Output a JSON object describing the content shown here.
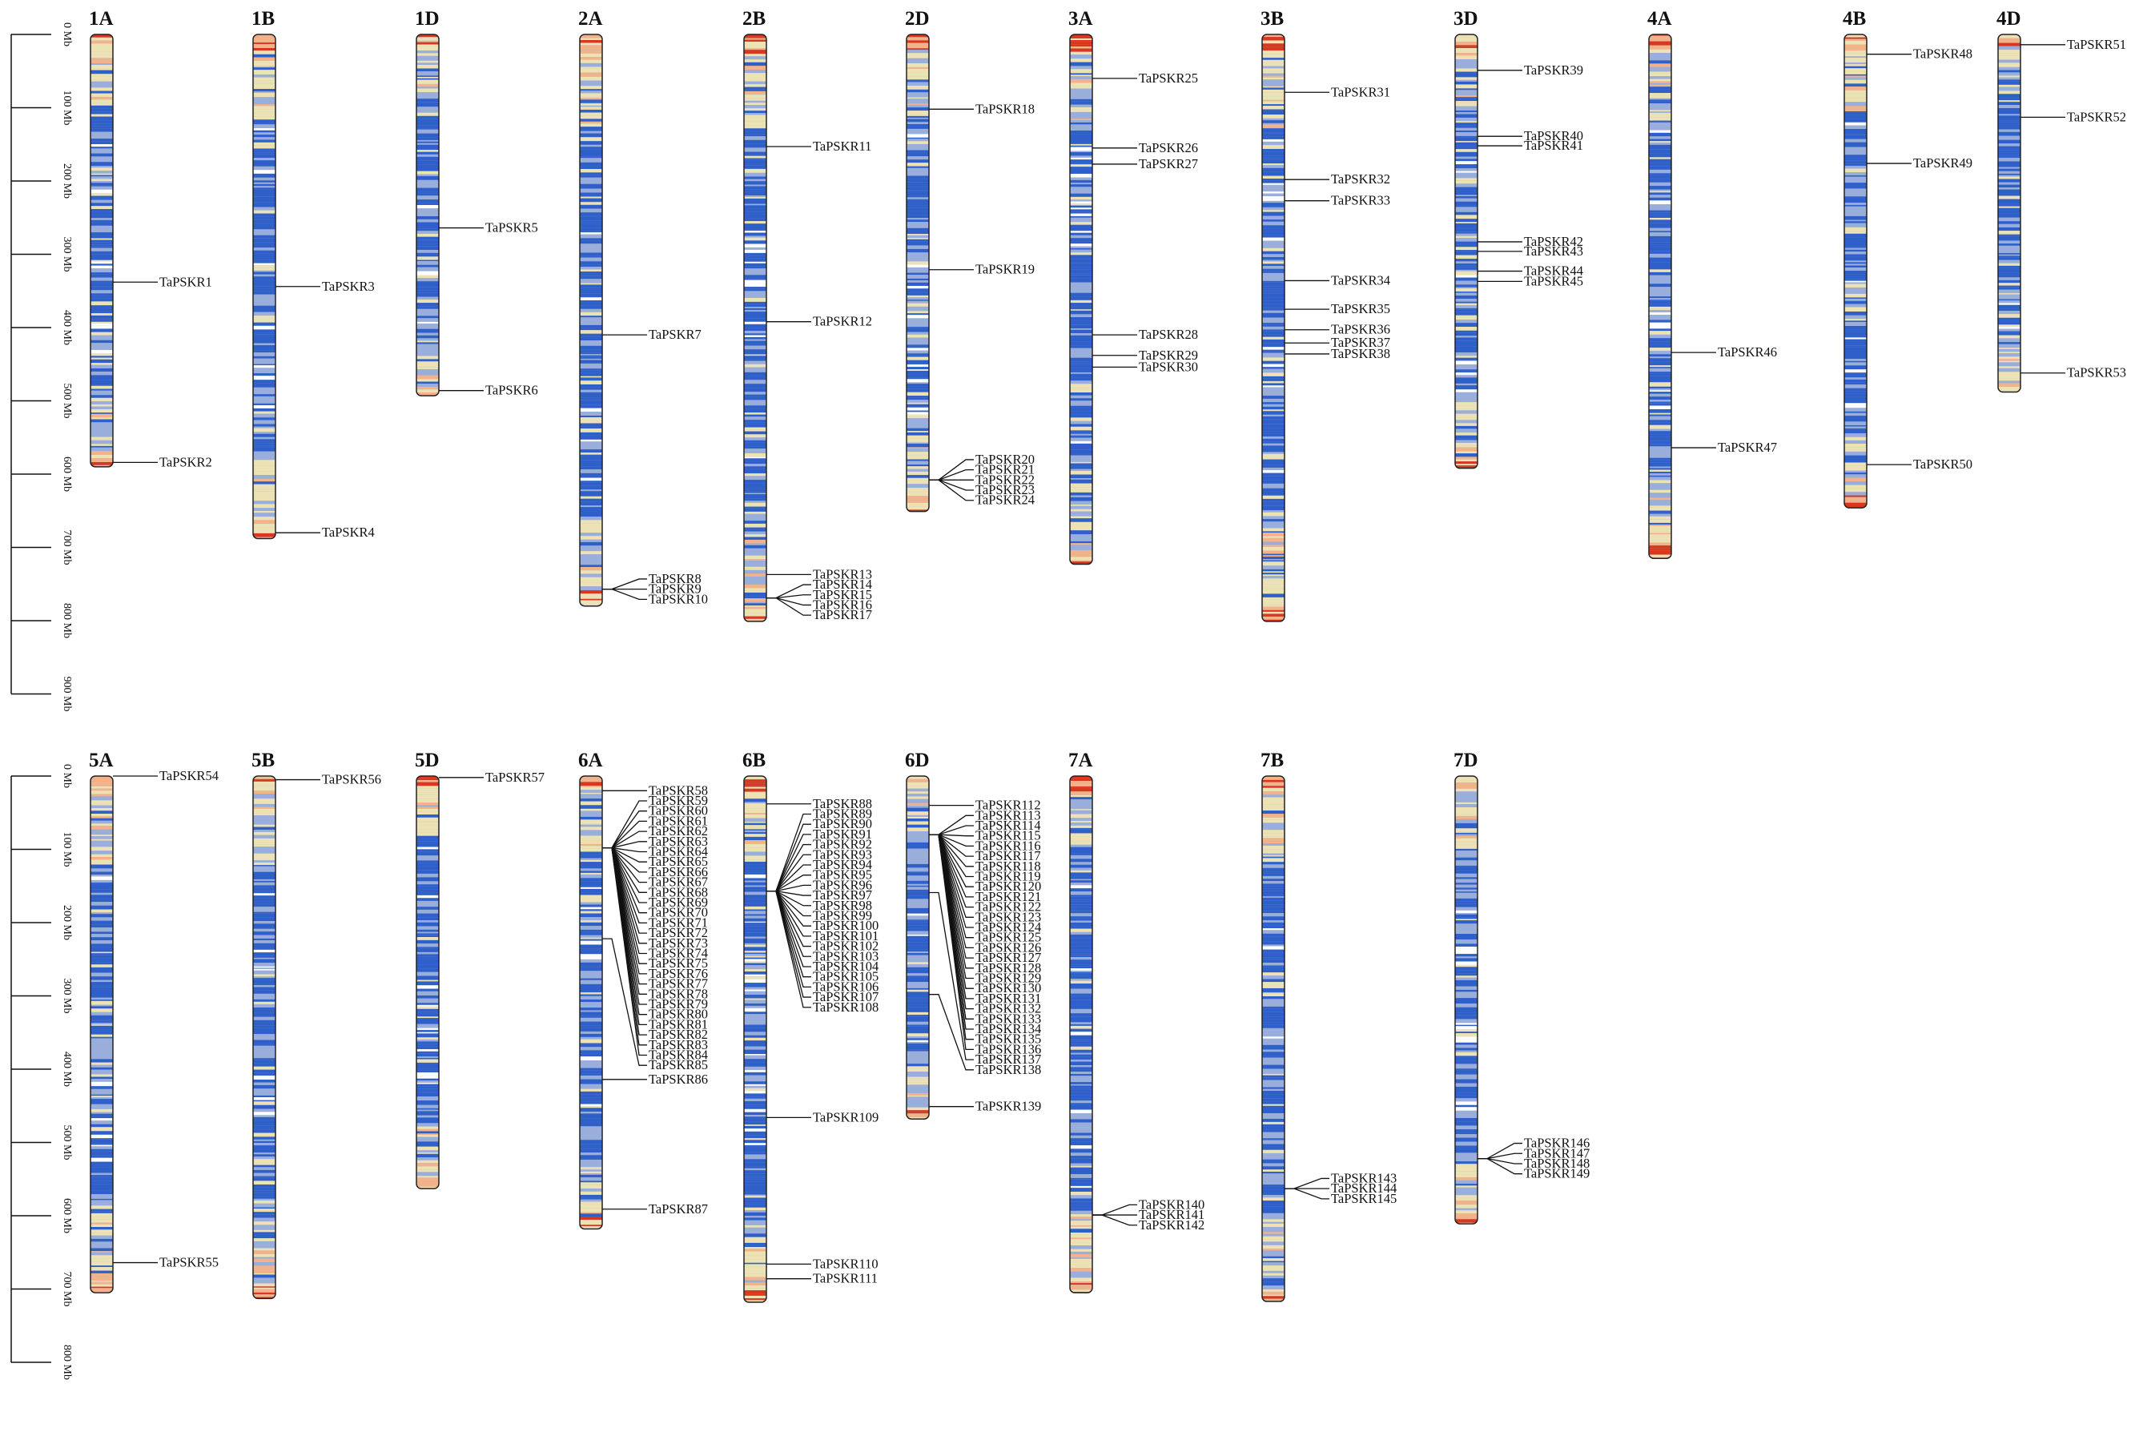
{
  "scale_unit": "Mb",
  "scales": [
    {
      "ticks": [
        "0 Mb",
        "100 Mb",
        "200 Mb",
        "300 Mb",
        "400 Mb",
        "500 Mb",
        "600 Mb",
        "700 Mb",
        "800 Mb",
        "900 Mb"
      ]
    },
    {
      "ticks": [
        "0 Mb",
        "100 Mb",
        "200 Mb",
        "300 Mb",
        "400 Mb",
        "500 Mb",
        "600 Mb",
        "700 Mb",
        "800 Mb"
      ]
    }
  ],
  "colors": {
    "dense": "#2f5fc8",
    "mid": "#9aaedb",
    "sparse": "#ede2b4",
    "low": "#f2b28a",
    "hot": "#d9381e"
  },
  "chromosomes": [
    {
      "name": "1A",
      "row": 0,
      "col": 0,
      "length": 590,
      "genes": [
        {
          "label": "TaPSKR1",
          "pos": 338
        },
        {
          "label": "TaPSKR2",
          "pos": 584
        }
      ]
    },
    {
      "name": "1B",
      "row": 0,
      "col": 1,
      "length": 688,
      "genes": [
        {
          "label": "TaPSKR3",
          "pos": 344
        },
        {
          "label": "TaPSKR4",
          "pos": 680
        }
      ]
    },
    {
      "name": "1D",
      "row": 0,
      "col": 2,
      "length": 493,
      "genes": [
        {
          "label": "TaPSKR5",
          "pos": 264
        },
        {
          "label": "TaPSKR6",
          "pos": 486
        }
      ]
    },
    {
      "name": "2A",
      "row": 0,
      "col": 3,
      "length": 780,
      "genes": [
        {
          "label": "TaPSKR7",
          "pos": 410
        },
        {
          "label": "TaPSKR8",
          "pos": 757
        },
        {
          "label": "TaPSKR9",
          "pos": 757
        },
        {
          "label": "TaPSKR10",
          "pos": 757
        }
      ]
    },
    {
      "name": "2B",
      "row": 0,
      "col": 4,
      "length": 801,
      "genes": [
        {
          "label": "TaPSKR11",
          "pos": 153
        },
        {
          "label": "TaPSKR12",
          "pos": 392
        },
        {
          "label": "TaPSKR13",
          "pos": 737
        },
        {
          "label": "TaPSKR14",
          "pos": 769
        },
        {
          "label": "TaPSKR15",
          "pos": 769
        },
        {
          "label": "TaPSKR16",
          "pos": 769
        },
        {
          "label": "TaPSKR17",
          "pos": 769
        }
      ]
    },
    {
      "name": "2D",
      "row": 0,
      "col": 5,
      "length": 651,
      "genes": [
        {
          "label": "TaPSKR18",
          "pos": 102
        },
        {
          "label": "TaPSKR19",
          "pos": 321
        },
        {
          "label": "TaPSKR20",
          "pos": 608
        },
        {
          "label": "TaPSKR21",
          "pos": 608
        },
        {
          "label": "TaPSKR22",
          "pos": 608
        },
        {
          "label": "TaPSKR23",
          "pos": 608
        },
        {
          "label": "TaPSKR24",
          "pos": 608
        }
      ]
    },
    {
      "name": "3A",
      "row": 0,
      "col": 6,
      "length": 723,
      "genes": [
        {
          "label": "TaPSKR25",
          "pos": 60
        },
        {
          "label": "TaPSKR26",
          "pos": 155
        },
        {
          "label": "TaPSKR27",
          "pos": 177
        },
        {
          "label": "TaPSKR28",
          "pos": 410
        },
        {
          "label": "TaPSKR29",
          "pos": 438
        },
        {
          "label": "TaPSKR30",
          "pos": 454
        }
      ]
    },
    {
      "name": "3B",
      "row": 0,
      "col": 7,
      "length": 801,
      "genes": [
        {
          "label": "TaPSKR31",
          "pos": 79
        },
        {
          "label": "TaPSKR32",
          "pos": 198
        },
        {
          "label": "TaPSKR33",
          "pos": 227
        },
        {
          "label": "TaPSKR34",
          "pos": 336
        },
        {
          "label": "TaPSKR35",
          "pos": 375
        },
        {
          "label": "TaPSKR36",
          "pos": 403
        },
        {
          "label": "TaPSKR37",
          "pos": 421
        },
        {
          "label": "TaPSKR38",
          "pos": 436
        }
      ]
    },
    {
      "name": "3D",
      "row": 0,
      "col": 8,
      "length": 592,
      "genes": [
        {
          "label": "TaPSKR39",
          "pos": 49
        },
        {
          "label": "TaPSKR40",
          "pos": 139
        },
        {
          "label": "TaPSKR41",
          "pos": 152
        },
        {
          "label": "TaPSKR42",
          "pos": 283
        },
        {
          "label": "TaPSKR43",
          "pos": 296
        },
        {
          "label": "TaPSKR44",
          "pos": 323
        },
        {
          "label": "TaPSKR45",
          "pos": 337
        }
      ]
    },
    {
      "name": "4A",
      "row": 0,
      "col": 9,
      "length": 715,
      "genes": [
        {
          "label": "TaPSKR46",
          "pos": 434
        },
        {
          "label": "TaPSKR47",
          "pos": 564
        }
      ]
    },
    {
      "name": "4B",
      "row": 0,
      "col": 10,
      "length": 646,
      "genes": [
        {
          "label": "TaPSKR48",
          "pos": 27
        },
        {
          "label": "TaPSKR49",
          "pos": 176
        },
        {
          "label": "TaPSKR50",
          "pos": 587
        }
      ]
    },
    {
      "name": "4D",
      "row": 0,
      "col": 11,
      "length": 488,
      "genes": [
        {
          "label": "TaPSKR51",
          "pos": 14
        },
        {
          "label": "TaPSKR52",
          "pos": 113
        },
        {
          "label": "TaPSKR53",
          "pos": 462
        }
      ]
    },
    {
      "name": "5A",
      "row": 1,
      "col": 0,
      "length": 705,
      "genes": [
        {
          "label": "TaPSKR54",
          "pos": 0
        },
        {
          "label": "TaPSKR55",
          "pos": 664
        }
      ]
    },
    {
      "name": "5B",
      "row": 1,
      "col": 1,
      "length": 713,
      "genes": [
        {
          "label": "TaPSKR56",
          "pos": 5
        }
      ]
    },
    {
      "name": "5D",
      "row": 1,
      "col": 2,
      "length": 563,
      "genes": [
        {
          "label": "TaPSKR57",
          "pos": 2
        }
      ]
    },
    {
      "name": "6A",
      "row": 1,
      "col": 3,
      "length": 618,
      "genes": [
        {
          "label": "TaPSKR58",
          "pos": 20
        },
        {
          "label": "TaPSKR59",
          "pos": 98
        },
        {
          "label": "TaPSKR60",
          "pos": 98
        },
        {
          "label": "TaPSKR61",
          "pos": 98
        },
        {
          "label": "TaPSKR62",
          "pos": 98
        },
        {
          "label": "TaPSKR63",
          "pos": 98
        },
        {
          "label": "TaPSKR64",
          "pos": 98
        },
        {
          "label": "TaPSKR65",
          "pos": 98
        },
        {
          "label": "TaPSKR66",
          "pos": 98
        },
        {
          "label": "TaPSKR67",
          "pos": 98
        },
        {
          "label": "TaPSKR68",
          "pos": 98
        },
        {
          "label": "TaPSKR69",
          "pos": 98
        },
        {
          "label": "TaPSKR70",
          "pos": 98
        },
        {
          "label": "TaPSKR71",
          "pos": 98
        },
        {
          "label": "TaPSKR72",
          "pos": 98
        },
        {
          "label": "TaPSKR73",
          "pos": 98
        },
        {
          "label": "TaPSKR74",
          "pos": 98
        },
        {
          "label": "TaPSKR75",
          "pos": 98
        },
        {
          "label": "TaPSKR76",
          "pos": 98
        },
        {
          "label": "TaPSKR77",
          "pos": 98
        },
        {
          "label": "TaPSKR78",
          "pos": 98
        },
        {
          "label": "TaPSKR79",
          "pos": 98
        },
        {
          "label": "TaPSKR80",
          "pos": 98
        },
        {
          "label": "TaPSKR81",
          "pos": 98
        },
        {
          "label": "TaPSKR82",
          "pos": 98
        },
        {
          "label": "TaPSKR83",
          "pos": 98
        },
        {
          "label": "TaPSKR84",
          "pos": 98
        },
        {
          "label": "TaPSKR85",
          "pos": 222
        },
        {
          "label": "TaPSKR86",
          "pos": 414
        },
        {
          "label": "TaPSKR87",
          "pos": 591
        }
      ]
    },
    {
      "name": "6B",
      "row": 1,
      "col": 4,
      "length": 718,
      "genes": [
        {
          "label": "TaPSKR88",
          "pos": 38
        },
        {
          "label": "TaPSKR89",
          "pos": 157
        },
        {
          "label": "TaPSKR90",
          "pos": 157
        },
        {
          "label": "TaPSKR91",
          "pos": 157
        },
        {
          "label": "TaPSKR92",
          "pos": 157
        },
        {
          "label": "TaPSKR93",
          "pos": 157
        },
        {
          "label": "TaPSKR94",
          "pos": 157
        },
        {
          "label": "TaPSKR95",
          "pos": 157
        },
        {
          "label": "TaPSKR96",
          "pos": 157
        },
        {
          "label": "TaPSKR97",
          "pos": 157
        },
        {
          "label": "TaPSKR98",
          "pos": 157
        },
        {
          "label": "TaPSKR99",
          "pos": 157
        },
        {
          "label": "TaPSKR100",
          "pos": 157
        },
        {
          "label": "TaPSKR101",
          "pos": 157
        },
        {
          "label": "TaPSKR102",
          "pos": 157
        },
        {
          "label": "TaPSKR103",
          "pos": 157
        },
        {
          "label": "TaPSKR104",
          "pos": 157
        },
        {
          "label": "TaPSKR105",
          "pos": 157
        },
        {
          "label": "TaPSKR106",
          "pos": 157
        },
        {
          "label": "TaPSKR107",
          "pos": 157
        },
        {
          "label": "TaPSKR108",
          "pos": 157
        },
        {
          "label": "TaPSKR109",
          "pos": 466
        },
        {
          "label": "TaPSKR110",
          "pos": 666
        },
        {
          "label": "TaPSKR111",
          "pos": 686
        }
      ]
    },
    {
      "name": "6D",
      "row": 1,
      "col": 5,
      "length": 468,
      "genes": [
        {
          "label": "TaPSKR112",
          "pos": 40
        },
        {
          "label": "TaPSKR113",
          "pos": 80
        },
        {
          "label": "TaPSKR114",
          "pos": 80
        },
        {
          "label": "TaPSKR115",
          "pos": 80
        },
        {
          "label": "TaPSKR116",
          "pos": 80
        },
        {
          "label": "TaPSKR117",
          "pos": 80
        },
        {
          "label": "TaPSKR118",
          "pos": 80
        },
        {
          "label": "TaPSKR119",
          "pos": 80
        },
        {
          "label": "TaPSKR120",
          "pos": 80
        },
        {
          "label": "TaPSKR121",
          "pos": 80
        },
        {
          "label": "TaPSKR122",
          "pos": 80
        },
        {
          "label": "TaPSKR123",
          "pos": 80
        },
        {
          "label": "TaPSKR124",
          "pos": 80
        },
        {
          "label": "TaPSKR125",
          "pos": 80
        },
        {
          "label": "TaPSKR126",
          "pos": 80
        },
        {
          "label": "TaPSKR127",
          "pos": 80
        },
        {
          "label": "TaPSKR128",
          "pos": 80
        },
        {
          "label": "TaPSKR129",
          "pos": 80
        },
        {
          "label": "TaPSKR130",
          "pos": 80
        },
        {
          "label": "TaPSKR131",
          "pos": 80
        },
        {
          "label": "TaPSKR132",
          "pos": 80
        },
        {
          "label": "TaPSKR133",
          "pos": 80
        },
        {
          "label": "TaPSKR134",
          "pos": 80
        },
        {
          "label": "TaPSKR135",
          "pos": 80
        },
        {
          "label": "TaPSKR136",
          "pos": 80
        },
        {
          "label": "TaPSKR137",
          "pos": 159
        },
        {
          "label": "TaPSKR138",
          "pos": 298
        },
        {
          "label": "TaPSKR139",
          "pos": 451
        }
      ]
    },
    {
      "name": "7A",
      "row": 1,
      "col": 6,
      "length": 705,
      "genes": [
        {
          "label": "TaPSKR140",
          "pos": 599
        },
        {
          "label": "TaPSKR141",
          "pos": 599
        },
        {
          "label": "TaPSKR142",
          "pos": 599
        }
      ]
    },
    {
      "name": "7B",
      "row": 1,
      "col": 7,
      "length": 717,
      "genes": [
        {
          "label": "TaPSKR143",
          "pos": 563
        },
        {
          "label": "TaPSKR144",
          "pos": 563
        },
        {
          "label": "TaPSKR145",
          "pos": 563
        }
      ]
    },
    {
      "name": "7D",
      "row": 1,
      "col": 8,
      "length": 611,
      "genes": [
        {
          "label": "TaPSKR146",
          "pos": 522
        },
        {
          "label": "TaPSKR147",
          "pos": 522
        },
        {
          "label": "TaPSKR148",
          "pos": 522
        },
        {
          "label": "TaPSKR149",
          "pos": 522
        }
      ]
    }
  ]
}
